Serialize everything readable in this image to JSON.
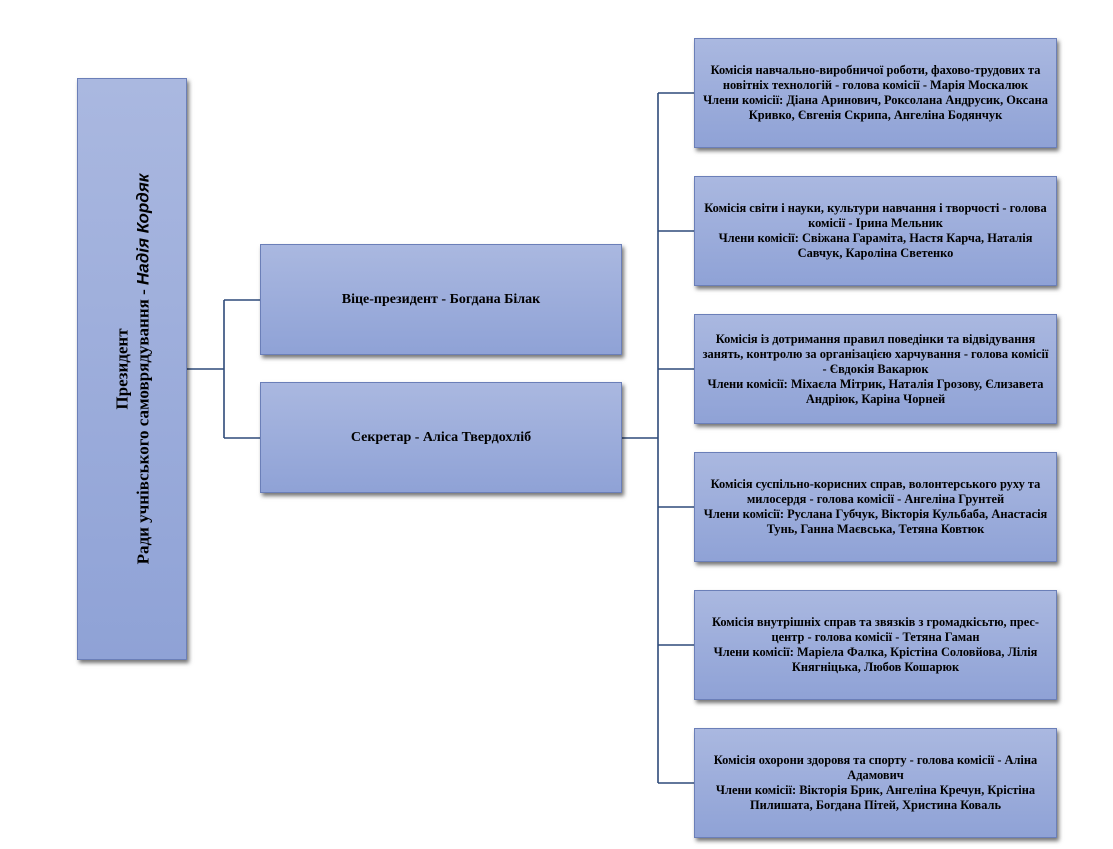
{
  "president": {
    "title_line1": "Президент",
    "title_line2": "Ради учнівського самоврядування - ",
    "name": "Надія Кордяк"
  },
  "vice_president": {
    "label": "Віце-президент -  Богдана Білак"
  },
  "secretary": {
    "label": "Секретар - Аліса Твердохліб"
  },
  "commissions": [
    {
      "title": "Комісія навчально-виробничої роботи, фахово-трудових та новітніх технологій - голова комісії - Марія Москалюк",
      "members": "Члени комісії: Діана Аринович, Роксолана Андрусик, Оксана Кривко, Євгенія Скрипа, Ангеліна Бодянчук"
    },
    {
      "title": "Комісія світи і науки, культури навчання і творчості - голова комісії  - Ірина Мельник",
      "members": "Члени комісії: Свіжана Гараміта, Настя Карча, Наталія Савчук, Кароліна Светенко"
    },
    {
      "title": "Комісія із дотримання правил поведінки та відвідування занять, контролю за організацією харчування - голова комісії  - Євдокія Вакарюк",
      "members": "Члени комісії: Міхаєла Мітрик, Наталія Грозову, Єлизавета Андріюк, Каріна Чорней"
    },
    {
      "title": "Комісія суспільно-корисних справ, волонтерського руху та милосердя - голова комісії - Ангеліна Грунтей",
      "members": "Члени комісії: Руслана Губчук, Вікторія Кульбаба, Анастасія Тунь, Ганна Маєвська, Тетяна Ковтюк"
    },
    {
      "title": "Комісія внутрішніх справ та звязків з громадкісьтю, прес-центр - голова комісії - Тетяна Гаман",
      "members": "Члени комісії: Маріела Фалка, Крістіна Соловйова, Лілія Княгніцька, Любов Кошарюк"
    },
    {
      "title": "Комісія охорони здоровя та спорту - голова комісії - Аліна Адамович",
      "members": "Члени комісії: Вікторія Брик, Ангеліна Кречун, Крістіна Пилишата, Богдана Пітей, Христина Коваль"
    }
  ],
  "colors": {
    "box_fill_top": "#aab8e0",
    "box_fill_bottom": "#8fa2d6",
    "connector": "#2e4a7a"
  }
}
